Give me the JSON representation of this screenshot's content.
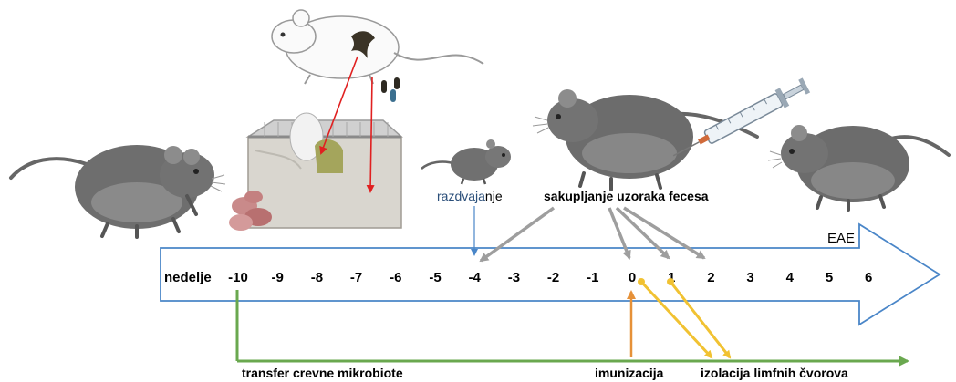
{
  "timeline": {
    "unit_label": "nedelje",
    "ticks": [
      "-10",
      "-9",
      "-8",
      "-7",
      "-6",
      "-5",
      "-4",
      "-3",
      "-2",
      "-1",
      "0",
      "1",
      "2",
      "3",
      "4",
      "5",
      "6"
    ]
  },
  "labels": {
    "separation": "razdvaja",
    "separation_suffix": "nje",
    "feces": "sakupljanje uzoraka fecesa",
    "eae": "EAE",
    "transfer": "transfer crevne mikrobiote",
    "immunization": "imunizacija",
    "lymph": "izolacija limfnih čvorova"
  },
  "colors": {
    "timeline_outline": "#4a86c8",
    "transfer_line": "#6aa84f",
    "immunization_arrow": "#e69138",
    "lymph_arrows": "#f1c232",
    "feces_arrows": "#9e9e9e",
    "separation_arrow": "#4a86c8",
    "cage_arrows": "#e02020"
  },
  "icons": [
    "rat-left-icon",
    "rat-above-icon",
    "cage-icon",
    "pups-icon",
    "rat-small-icon",
    "rat-injected-icon",
    "syringe-icon",
    "rat-right-icon"
  ]
}
